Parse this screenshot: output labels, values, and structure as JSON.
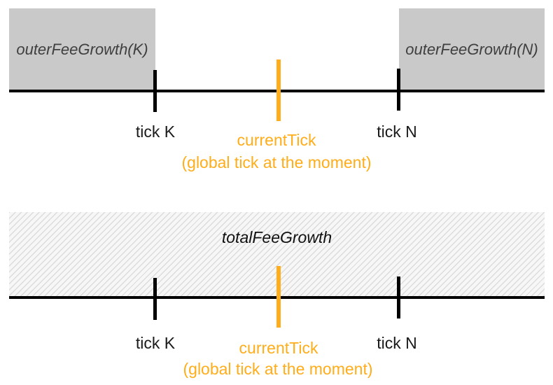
{
  "diagram": {
    "top": {
      "left_box_label": "outerFeeGrowth(K)",
      "right_box_label": "outerFeeGrowth(N)",
      "tick_k": "tick K",
      "tick_n": "tick N",
      "current_tick": "currentTick",
      "current_tick_note": "(global tick at the moment)"
    },
    "bottom": {
      "box_label": "totalFeeGrowth",
      "tick_k": "tick K",
      "tick_n": "tick N",
      "current_tick": "currentTick",
      "current_tick_note": "(global tick at the moment)"
    },
    "colors": {
      "accent_orange": "#FFAD1A",
      "box_gray": "#C9C9C9",
      "box_label_gray": "#3F3F3F",
      "axis_black": "#000000",
      "hatch_line_gray": "#DCDCDC",
      "hatch_bg": "#F7F7F7"
    }
  }
}
